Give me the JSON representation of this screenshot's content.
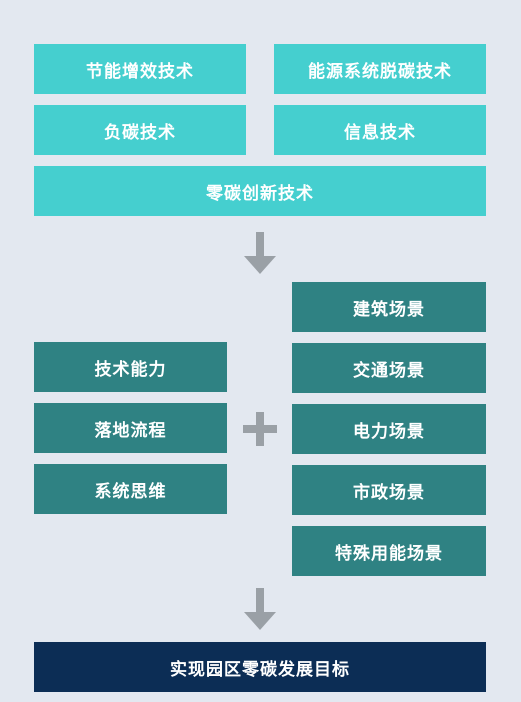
{
  "technologies": {
    "energy_efficiency": "节能增效技术",
    "energy_decarbonization": "能源系统脱碳技术",
    "negative_carbon": "负碳技术",
    "information": "信息技术",
    "zero_carbon_innovation": "零碳创新技术"
  },
  "capabilities": [
    "技术能力",
    "落地流程",
    "系统思维"
  ],
  "scenarios": [
    "建筑场景",
    "交通场景",
    "电力场景",
    "市政场景",
    "特殊用能场景"
  ],
  "goal": "实现园区零碳发展目标",
  "colors": {
    "background": "#e3e8f0",
    "technology_box": "#45cfcf",
    "capability_box": "#2f8283",
    "scenario_box": "#2f8283",
    "goal_box": "#0c2d55",
    "arrow": "#9aa0a6"
  }
}
